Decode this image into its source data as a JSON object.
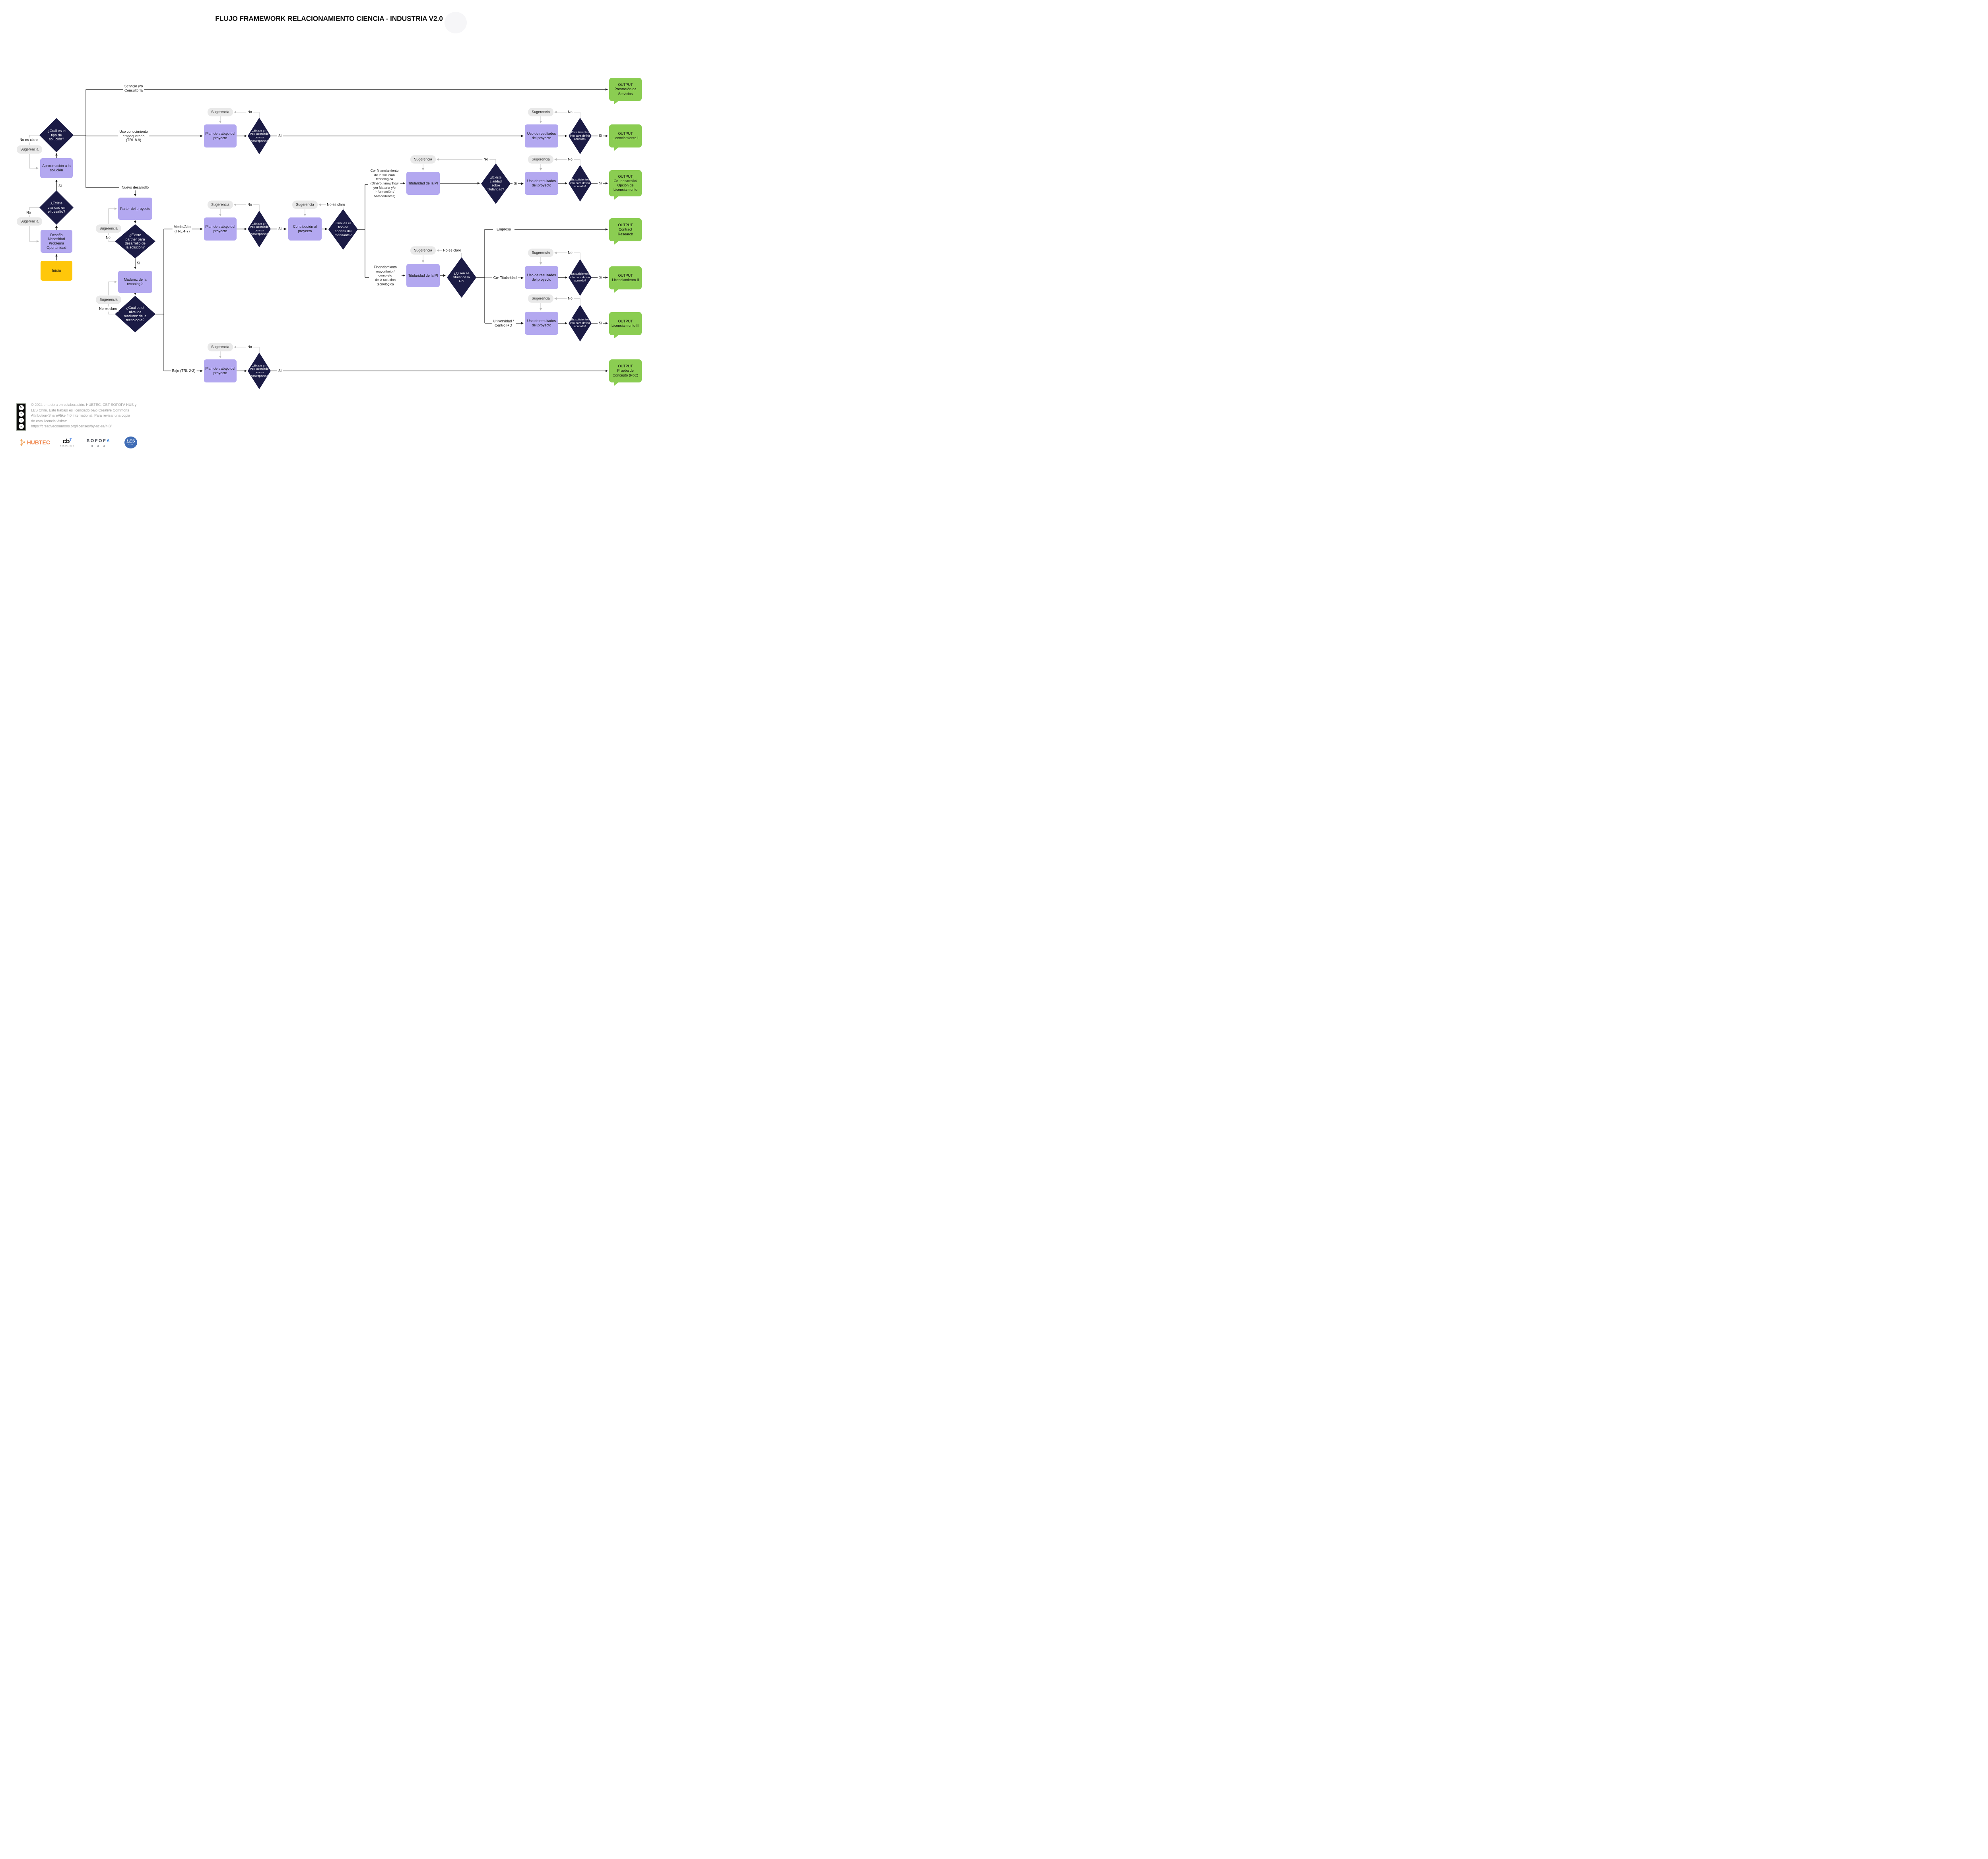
{
  "title": "FLUJO FRAMEWORK RELACIONAMIENTO CIENCIA - INDUSTRIA V2.0",
  "labels": {
    "sugerencia": "Sugerencia",
    "si": "Si",
    "no": "No",
    "no_es_claro": "No es claro"
  },
  "nodes": {
    "inicio": "Inicio",
    "desafio": "Desafío\nNecesidad\nProblema\nOportunidad",
    "claridad_desafio": "¿Existe\nclaridad en\nel desafío?",
    "aproximacion": "Aproximación a la\nsolución",
    "tipo_solucion": "¿Cuál es el\ntipo de\nsolución?",
    "parter": "Parter del proyecto",
    "partner_diamond": "¿Existe\npartner para\ndesarrollo de\nla solución?",
    "madurez": "Madurez de la\ntecnología",
    "nivel_madurez": "¿Cuál es el\nnivel de\nmadurez de la\ntecnología?",
    "plan_trabajo": "Plan de trabajo del\nproyecto",
    "pdt": "¿Existe un\nPdT acordado\ncon su\ncontraparte?",
    "contribucion": "Contribución al\nproyecto",
    "aportes": "Cuál es el\ntipo de\naportes del\nmandante?",
    "titularidad": "Titularidad de la PI",
    "claridad_titularidad": "¿Existe\nclaridad\nsobre\ntitularidad?",
    "quien_titular": "¿Quién es\ntitular de la\nPI?",
    "uso_resultados": "Uso de resultados\ndel proyecto",
    "suficiente": "¿Es suficiente la\ninfo para definir\nacuerdo?"
  },
  "branches": {
    "servicio": "Servicio y/o\nConsultoría",
    "uso_conocimiento": "Uso conocimiento\nempaquetado\n(TRL 8-9)",
    "nuevo_desarrollo": "Nuevo desarrollo",
    "medio_alto": "Medio/Alto\n(TRL 4-7)",
    "bajo": "Bajo (TRL 2-3)",
    "cofinanciamiento": "Co- financiamiento\nde la solución\ntecnológica\n(Dinero, know how\ny/o Materia y/o\nInformación /\nAntecedentes)",
    "financiamiento": "Financiamiento\nmayoritario /\ncompleto\nde la solución\ntecnológica",
    "empresa": "Empresa",
    "co_titularidad": "Co- Titularidad",
    "universidad": "Universidad /\nCentro I+D"
  },
  "outputs": {
    "prestacion": "OUTPUT\nPrestación de\nServicios",
    "licenciamiento1": "OUTPUT\nLicenciamiento I",
    "codesarrollo": "OUTPUT\nCo- desarrollo/\nOpción de\nLicenciamiento",
    "contract": "OUTPUT\nContract\nResearch",
    "licenciamiento2": "OUTPUT\nLicenciamiento II",
    "licenciamiento3": "OUTPUT\nLicenciamiento III",
    "poc": "OUTPUT\nPrueba de\nConcepto (PoC)"
  },
  "footer": {
    "license": "© 2024 una obra en colaboración: HUBTEC, CBT-SOFOFA HUB y\nLES Chile. Este trabajo es licenciado bajo Creative Commons\nAttribution-ShareAlike 4.0 International. Para revisar una copia\nde esta licencia visitar:\nhttps://creativecommons.org/licenses/by-nc-sa/4.0/",
    "cc_badge": "CC BY-NC-SA"
  },
  "logos": {
    "hubtec": "HUBTEC",
    "cbt": "cb",
    "cbt_sup": "T",
    "cbt_sub": "SOFOFA HUB",
    "sofofa": "SOFOF",
    "sofofa_a": "Λ",
    "sofofa_sub": "H U B",
    "les": "LES",
    "les_sub": "CHILE"
  },
  "colors": {
    "diamond": "#1b1b45",
    "process": "#b3a8f0",
    "start": "#ffc70a",
    "output": "#8bcd52",
    "pill": "#e9e9e9",
    "wire": "#1a1a1a",
    "wire_gray": "#c7c7c7",
    "hubtec_orange": "#ee7a3a",
    "cbt_blue": "#2f6fe0",
    "les_blue": "#3f6cb5"
  }
}
